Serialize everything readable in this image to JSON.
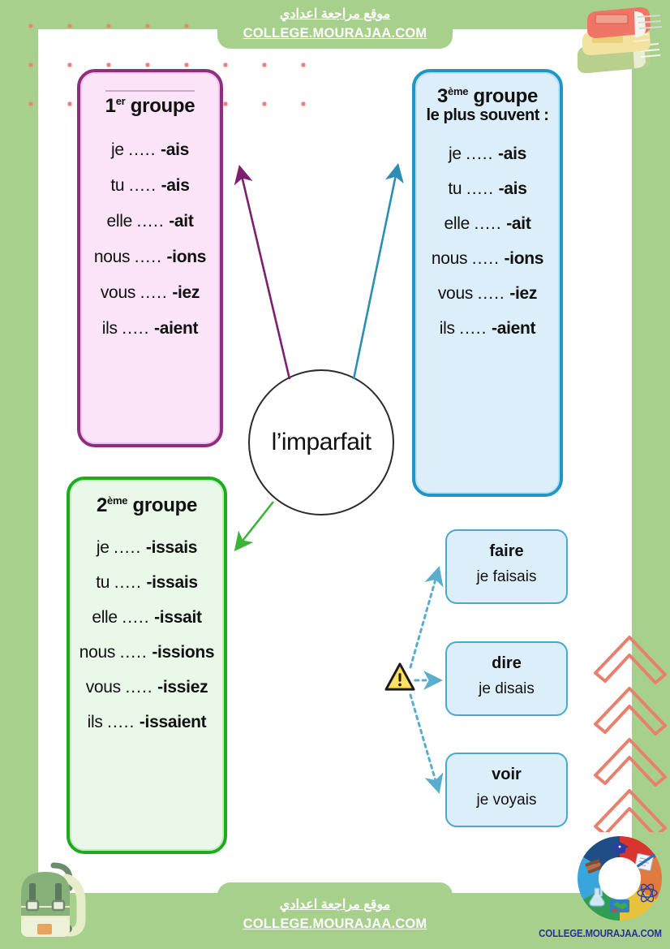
{
  "page": {
    "title": "l'imparfait",
    "center_label": "l’imparfait"
  },
  "brand": {
    "arabic": "موقع مراجعة اعدادي",
    "url": "COLLEGE.MOURAJAA.COM",
    "corner_url": "COLLEGE.MOURAJAA.COM"
  },
  "colors": {
    "page_bg": "#a8d08d",
    "sheet_bg": "#ffffff",
    "group1_fill": "#fbe3f8",
    "group1_border": "#8e2f7e",
    "group2_fill": "#eaf8ea",
    "group2_border": "#1faa1f",
    "group3_fill": "#ddeefb",
    "group3_border": "#2196c4",
    "exception_fill": "#ddeefb",
    "exception_border": "#4aa8cd",
    "dots_accent": "#f08070",
    "chevron_accent": "#e8806e",
    "warning_yellow": "#f5c518"
  },
  "groups": [
    {
      "id": "group1",
      "title_num": "1",
      "title_sup": "er",
      "title_word": "groupe",
      "subtitle": "",
      "rows": [
        {
          "pronoun": "je",
          "dots": ".....",
          "ending": "-ais"
        },
        {
          "pronoun": "tu",
          "dots": ".....",
          "ending": "-ais"
        },
        {
          "pronoun": "elle",
          "dots": ".....",
          "ending": "-ait"
        },
        {
          "pronoun": "nous",
          "dots": ".....",
          "ending": "-ions"
        },
        {
          "pronoun": "vous",
          "dots": ".....",
          "ending": "-iez"
        },
        {
          "pronoun": "ils",
          "dots": ".....",
          "ending": "-aient"
        }
      ]
    },
    {
      "id": "group2",
      "title_num": "2",
      "title_sup": "ème",
      "title_word": "groupe",
      "subtitle": "",
      "rows": [
        {
          "pronoun": "je",
          "dots": ".....",
          "ending": "-issais"
        },
        {
          "pronoun": "tu",
          "dots": ".....",
          "ending": "-issais"
        },
        {
          "pronoun": "elle",
          "dots": ".....",
          "ending": "-issait"
        },
        {
          "pronoun": "nous",
          "dots": ".....",
          "ending": "-issions"
        },
        {
          "pronoun": "vous",
          "dots": ".....",
          "ending": "-issiez"
        },
        {
          "pronoun": "ils",
          "dots": ".....",
          "ending": "-issaient"
        }
      ]
    },
    {
      "id": "group3",
      "title_num": "3",
      "title_sup": "ème",
      "title_word": "groupe",
      "subtitle": "le plus souvent :",
      "rows": [
        {
          "pronoun": "je",
          "dots": ".....",
          "ending": "-ais"
        },
        {
          "pronoun": "tu",
          "dots": ".....",
          "ending": "-ais"
        },
        {
          "pronoun": "elle",
          "dots": ".....",
          "ending": "-ait"
        },
        {
          "pronoun": "nous",
          "dots": ".....",
          "ending": "-ions"
        },
        {
          "pronoun": "vous",
          "dots": ".....",
          "ending": "-iez"
        },
        {
          "pronoun": "ils",
          "dots": ".....",
          "ending": "-aient"
        }
      ]
    }
  ],
  "exceptions": [
    {
      "verb": "faire",
      "conjugation": "je  faisais"
    },
    {
      "verb": "dire",
      "conjugation": "je  disais"
    },
    {
      "verb": "voir",
      "conjugation": "je  voyais"
    }
  ],
  "icons": {
    "warning": "warning-triangle-icon",
    "books": "stack-of-books-icon",
    "backpack": "backpack-icon",
    "wheel": "education-wheel-icon",
    "chevrons": "chevron-decoration-icon"
  }
}
